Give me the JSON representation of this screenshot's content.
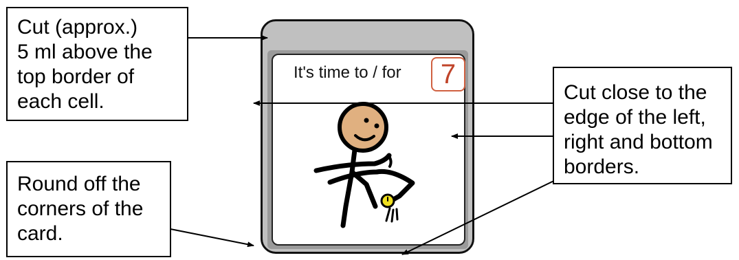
{
  "notes": {
    "top_left": "Cut (approx.)\n5 ml above the\ntop border of\neach cell.",
    "bottom_left": "Round off the\ncorners of the\ncard.",
    "right": "Cut close to the\nedge of the left,\nright and bottom\nborders."
  },
  "card": {
    "caption": "It's time to / for",
    "number": "7"
  },
  "colors": {
    "card_gray": "#c0c0c0",
    "number_red": "#c0442a",
    "skin": "#e0b080",
    "watch_yellow": "#f0e020"
  },
  "icons": [
    "stick-figure-checking-watch-icon"
  ]
}
